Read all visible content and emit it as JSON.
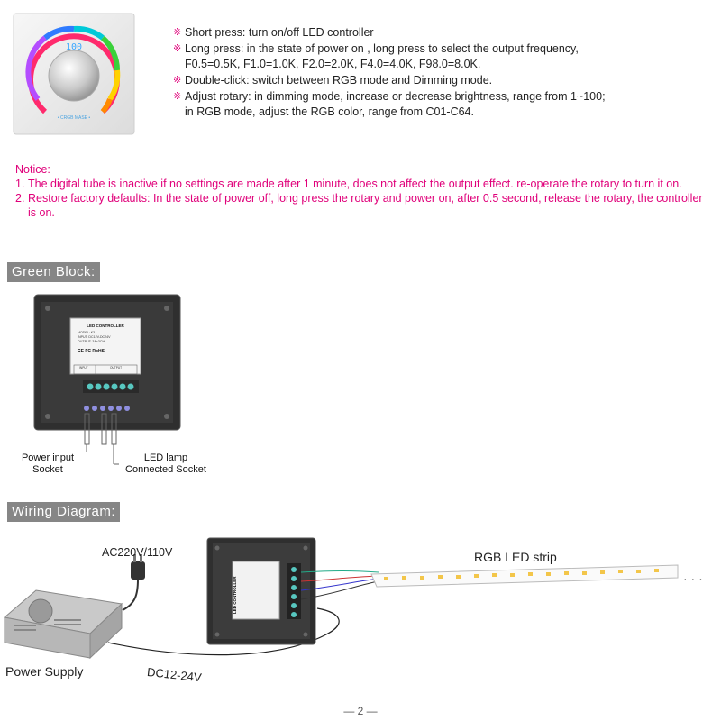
{
  "instructions": [
    {
      "mark": "※",
      "text": "Short press: turn on/off LED controller"
    },
    {
      "mark": "※",
      "text": "Long press: in the state of power on , long press to select the output frequency,\nF0.5=0.5K, F1.0=1.0K, F2.0=2.0K, F4.0=4.0K, F98.0=8.0K."
    },
    {
      "mark": "※",
      "text": "Double-click: switch between RGB mode and Dimming mode."
    },
    {
      "mark": "※",
      "text": "Adjust rotary: in dimming mode, increase or decrease brightness, range from 1~100;\nin RGB mode, adjust the RGB color, range from C01-C64."
    }
  ],
  "device_display": "100",
  "device_caption": "• CRGB MASE •",
  "notice": {
    "title": "Notice:",
    "items": [
      {
        "num": "1.",
        "text": "The digital tube is inactive if no settings are made after 1 minute, does not affect the output effect. re-operate the rotary to turn it on."
      },
      {
        "num": "2.",
        "text": "Restore factory defaults: In the state of power off, long press the rotary and power on, after 0.5 second, release the rotary, the controller is on."
      }
    ]
  },
  "green_block": {
    "title": "Green Block:",
    "power_label": "Power input\nSocket",
    "led_label": "LED lamp\nConnected Socket",
    "label_card": {
      "title": "LED CONTROLLER",
      "model": "MODEL: K3",
      "input": "INPUT:    DC12V-DC24V",
      "output": "OUTPUT:  3A×3CH",
      "marks": "CE  FC  RoHS",
      "table_in": "INPUT",
      "table_out": "OUTPUT"
    }
  },
  "wiring": {
    "title": "Wiring Diagram:",
    "ac_label": "AC220V/110V",
    "strip_label": "RGB LED  strip",
    "psu_label": "Power Supply",
    "dc_label": "DC12-24V",
    "ellipsis": "· · ·",
    "card_title": "LED CONTROLLER"
  },
  "page_number": "2",
  "colors": {
    "accent": "#e0007a",
    "header_bg": "#868686"
  }
}
